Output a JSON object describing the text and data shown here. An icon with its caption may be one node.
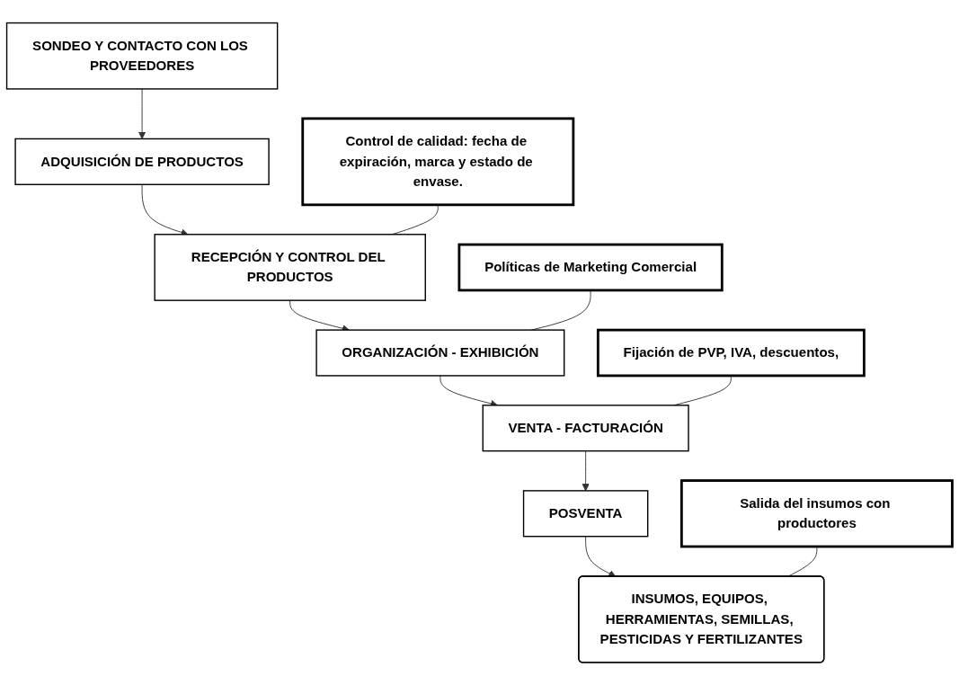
{
  "diagram": {
    "nodes": [
      {
        "text": [
          "SONDEO Y CONTACTO CON LOS PROVEEDORES"
        ]
      },
      {
        "text": [
          "Control de calidad: fecha de expiración, marca y estado de envase."
        ]
      },
      {
        "text": [
          "ADQUISICIÓN DE PRODUCTOS"
        ]
      },
      {
        "text": [
          "RECEPCIÓN Y CONTROL DEL PRODUCTOS"
        ]
      },
      {
        "text": [
          "Políticas de Marketing Comercial"
        ]
      },
      {
        "text": [
          "ORGANIZACIÓN - EXHIBICIÓN"
        ]
      },
      {
        "text": [
          "Fijación de PVP, IVA, descuentos,"
        ]
      },
      {
        "text": [
          "VENTA - FACTURACIÓN"
        ]
      },
      {
        "text": [
          "POSVENTA"
        ]
      },
      {
        "text": [
          "Salida del insumos con productores"
        ]
      },
      {
        "text": [
          "INSUMOS, EQUIPOS, HERRAMIENTAS, SEMILLAS, PESTICIDAS Y FERTILIZANTES"
        ]
      }
    ],
    "edges": [
      {
        "from": 0,
        "to": 2,
        "arrow": "to"
      },
      {
        "from": 2,
        "to": 3,
        "arrow": "to"
      },
      {
        "from": 3,
        "to": 5,
        "arrow": "to"
      },
      {
        "from": 5,
        "to": 7,
        "arrow": "to"
      },
      {
        "from": 7,
        "to": 8,
        "arrow": "to"
      },
      {
        "from": 8,
        "to": 10,
        "arrow": "to"
      },
      {
        "from": 1,
        "to": 3,
        "arrow": "none"
      },
      {
        "from": 4,
        "to": 5,
        "arrow": "none"
      },
      {
        "from": 6,
        "to": 7,
        "arrow": "none"
      },
      {
        "from": 9,
        "to": 10,
        "arrow": "none"
      }
    ]
  }
}
